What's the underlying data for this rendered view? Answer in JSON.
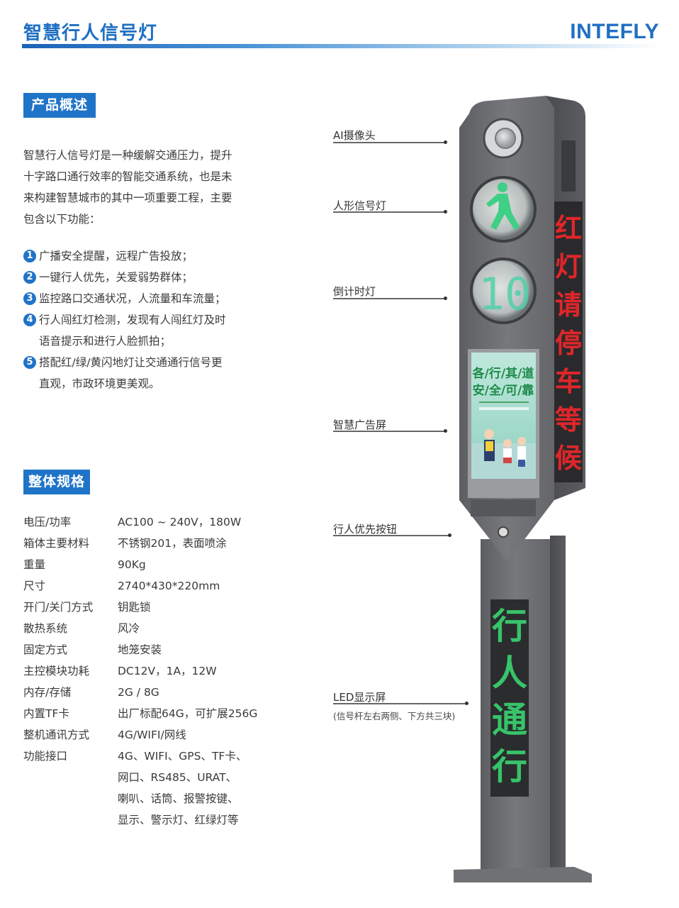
{
  "header": {
    "title": "智慧行人信号灯",
    "brand": "INTEFLY"
  },
  "overview": {
    "heading": "产品概述",
    "paragraph_lines": [
      "智慧行人信号灯是一种缓解交通压力，提升",
      "十字路口通行效率的智能交通系统，也是未",
      "来构建智慧城市的其中一项重要工程，主要",
      "包含以下功能："
    ],
    "features": [
      {
        "num": "1",
        "lines": [
          "广播安全提醒，远程广告投放；"
        ]
      },
      {
        "num": "2",
        "lines": [
          "一键行人优先，关爱弱势群体；"
        ]
      },
      {
        "num": "3",
        "lines": [
          "监控路口交通状况，人流量和车流量；"
        ]
      },
      {
        "num": "4",
        "lines": [
          "行人闯红灯检测，发现有人闯红灯及时",
          "语音提示和进行人脸抓拍；"
        ]
      },
      {
        "num": "5",
        "lines": [
          "搭配红/绿/黄闪地灯让交通通行信号更",
          "直观，市政环境更美观。"
        ]
      }
    ]
  },
  "specs": {
    "heading": "整体规格",
    "rows": [
      {
        "label": "电压/功率",
        "value": [
          "AC100 ~ 240V，180W"
        ]
      },
      {
        "label": "箱体主要材料",
        "value": [
          "不锈钢201，表面喷涂"
        ]
      },
      {
        "label": "重量",
        "value": [
          "90Kg"
        ]
      },
      {
        "label": "尺寸",
        "value": [
          "2740*430*220mm"
        ]
      },
      {
        "label": "开门/关门方式",
        "value": [
          "钥匙锁"
        ]
      },
      {
        "label": "散热系统",
        "value": [
          "风冷"
        ]
      },
      {
        "label": "固定方式",
        "value": [
          "地笼安装"
        ]
      },
      {
        "label": "主控模块功耗",
        "value": [
          "DC12V，1A，12W"
        ]
      },
      {
        "label": "内存/存储",
        "value": [
          "2G / 8G"
        ]
      },
      {
        "label": "内置TF卡",
        "value": [
          "出厂标配64G，可扩展256G"
        ]
      },
      {
        "label": "整机通讯方式",
        "value": [
          "4G/WIFI/网线"
        ]
      },
      {
        "label": "功能接口",
        "value": [
          "4G、WIFI、GPS、TF卡、",
          "网口、RS485、URAT、",
          "喇叭、话筒、报警按键、",
          "显示、警示灯、红绿灯等"
        ]
      }
    ]
  },
  "callouts": {
    "camera": "AI摄像头",
    "pedestrian_light": "人形信号灯",
    "countdown": "倒计时灯",
    "ad_screen": "智慧广告屏",
    "priority_button": "行人优先按钮",
    "led_screen": "LED显示屏",
    "led_note": "(信号杆左右两侧、下方共三块)"
  },
  "product": {
    "side_led_text": "红灯请停车等候",
    "pole_led_text": "行人通行",
    "countdown_value": "10",
    "ad_lines": [
      "各/行/其/道",
      "安/全/可/靠"
    ],
    "colors": {
      "red_led": "#e0262a",
      "green_led": "#37c46a",
      "body": "#6a6b6e",
      "accent": "#1f74c8"
    }
  }
}
